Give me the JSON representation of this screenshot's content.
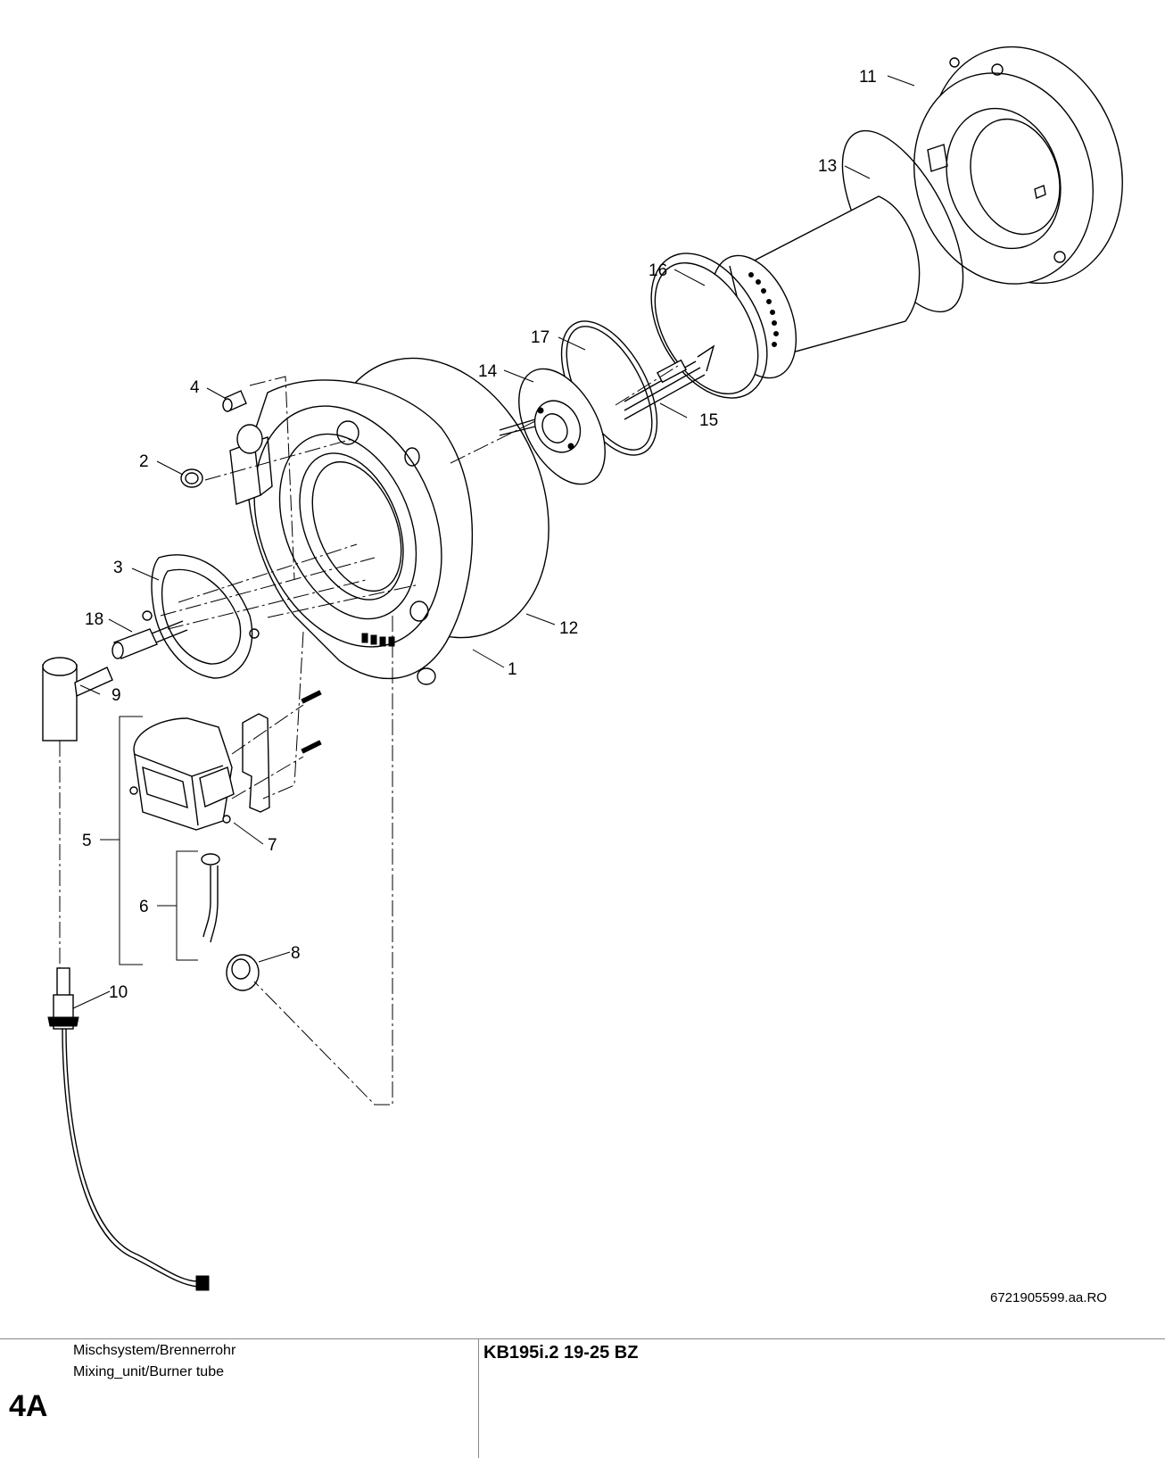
{
  "diagram": {
    "callouts": [
      "1",
      "2",
      "3",
      "4",
      "5",
      "6",
      "7",
      "8",
      "9",
      "10",
      "11",
      "12",
      "13",
      "14",
      "15",
      "16",
      "17",
      "18"
    ],
    "drawing_code": "6721905599.aa.RO"
  },
  "footer": {
    "section_de": "Mischsystem/Brennerrohr",
    "section_en": "Mixing_unit/Burner tube",
    "section_id": "4A",
    "model": "KB195i.2 19-25 BZ"
  }
}
